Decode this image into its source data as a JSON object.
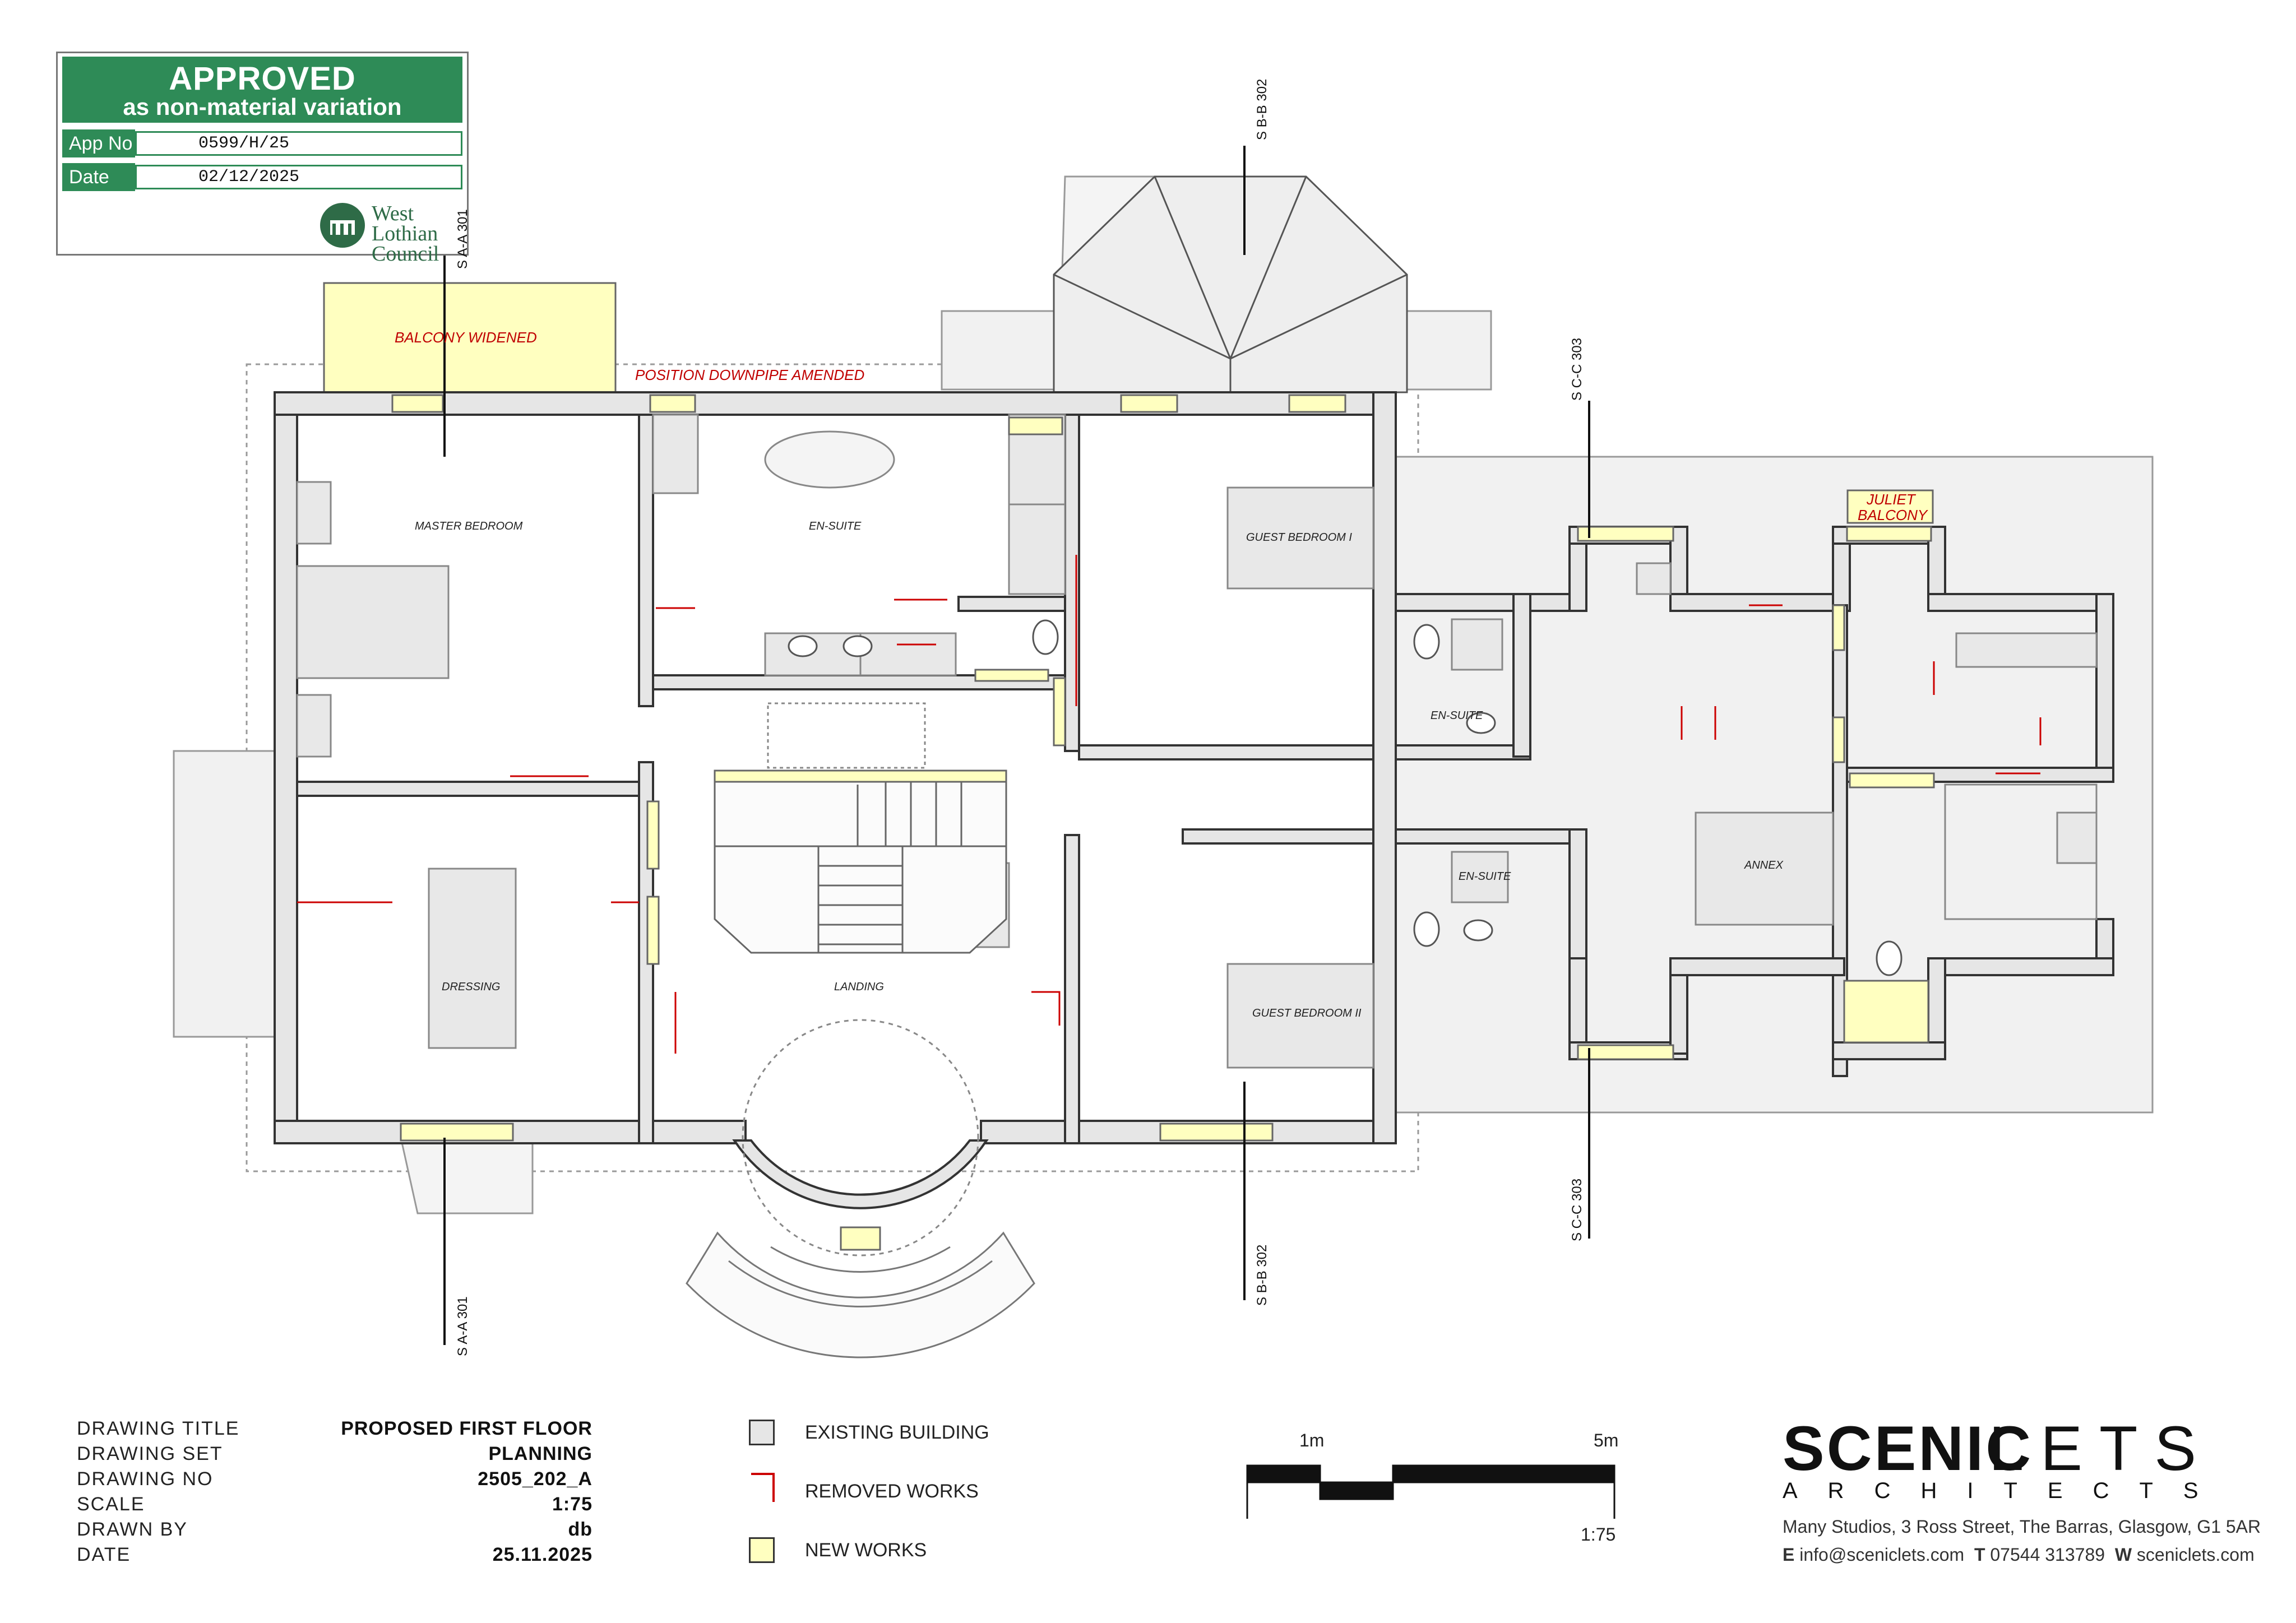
{
  "stamp": {
    "title": "APPROVED",
    "subtitle": "as non-material variation",
    "app_no_label": "App No",
    "app_no": "0599/H/25",
    "date_label": "Date",
    "date": "02/12/2025",
    "council_line1": "West Lothian",
    "council_line2": "Council"
  },
  "rooms": {
    "master_bedroom": "MASTER BEDROOM",
    "en_suite_1": "EN-SUITE",
    "guest_bedroom_1": "GUEST BEDROOM I",
    "en_suite_2": "EN-SUITE",
    "dressing": "DRESSING",
    "landing": "LANDING",
    "en_suite_3": "EN-SUITE",
    "guest_bedroom_2": "GUEST BEDROOM II",
    "annex": "ANNEX"
  },
  "notes": {
    "balcony_widened": "BALCONY WIDENED",
    "downpipe": "POSITION DOWNPIPE AMENDED",
    "juliet_1": "JULIET",
    "juliet_2": "BALCONY"
  },
  "sections": {
    "sa_top": "S A-A 301",
    "sa_bottom": "S A-A 301",
    "sb_top": "S B-B 302",
    "sb_bottom": "S B-B 302",
    "sc_top": "S C-C 303",
    "sc_bottom": "S C-C 303"
  },
  "title_block": {
    "rows": [
      {
        "key": "DRAWING TITLE",
        "value": "PROPOSED FIRST FLOOR"
      },
      {
        "key": "DRAWING SET",
        "value": "PLANNING"
      },
      {
        "key": "DRAWING NO",
        "value": "2505_202_A"
      },
      {
        "key": "SCALE",
        "value": "1:75"
      },
      {
        "key": "DRAWN BY",
        "value": "db"
      },
      {
        "key": "DATE",
        "value": "25.11.2025"
      }
    ]
  },
  "legend": {
    "existing": {
      "label": "EXISTING BUILDING",
      "color": "#e6e6e6"
    },
    "removed": {
      "label": "REMOVED WORKS",
      "color": "#cc0000"
    },
    "new": {
      "label": "NEW WORKS",
      "color": "#ffffc0"
    }
  },
  "scale_bar": {
    "label_1m": "1m",
    "label_5m": "5m",
    "ratio": "1:75"
  },
  "practice": {
    "name_bold": "SCENIC",
    "name_light": "LETS",
    "subtitle": "ARCHITECTS",
    "address": "Many Studios, 3 Ross Street, The Barras, Glasgow, G1 5AR",
    "email_label": "E",
    "email": "info@sceniclets.com",
    "tel_label": "T",
    "tel": "07544 313789",
    "web_label": "W",
    "web": "sceniclets.com"
  },
  "colors": {
    "wall": "#e6e6e6",
    "new_works": "#ffffc0",
    "removed": "#cc0000",
    "stamp_green": "#2e8b57"
  }
}
